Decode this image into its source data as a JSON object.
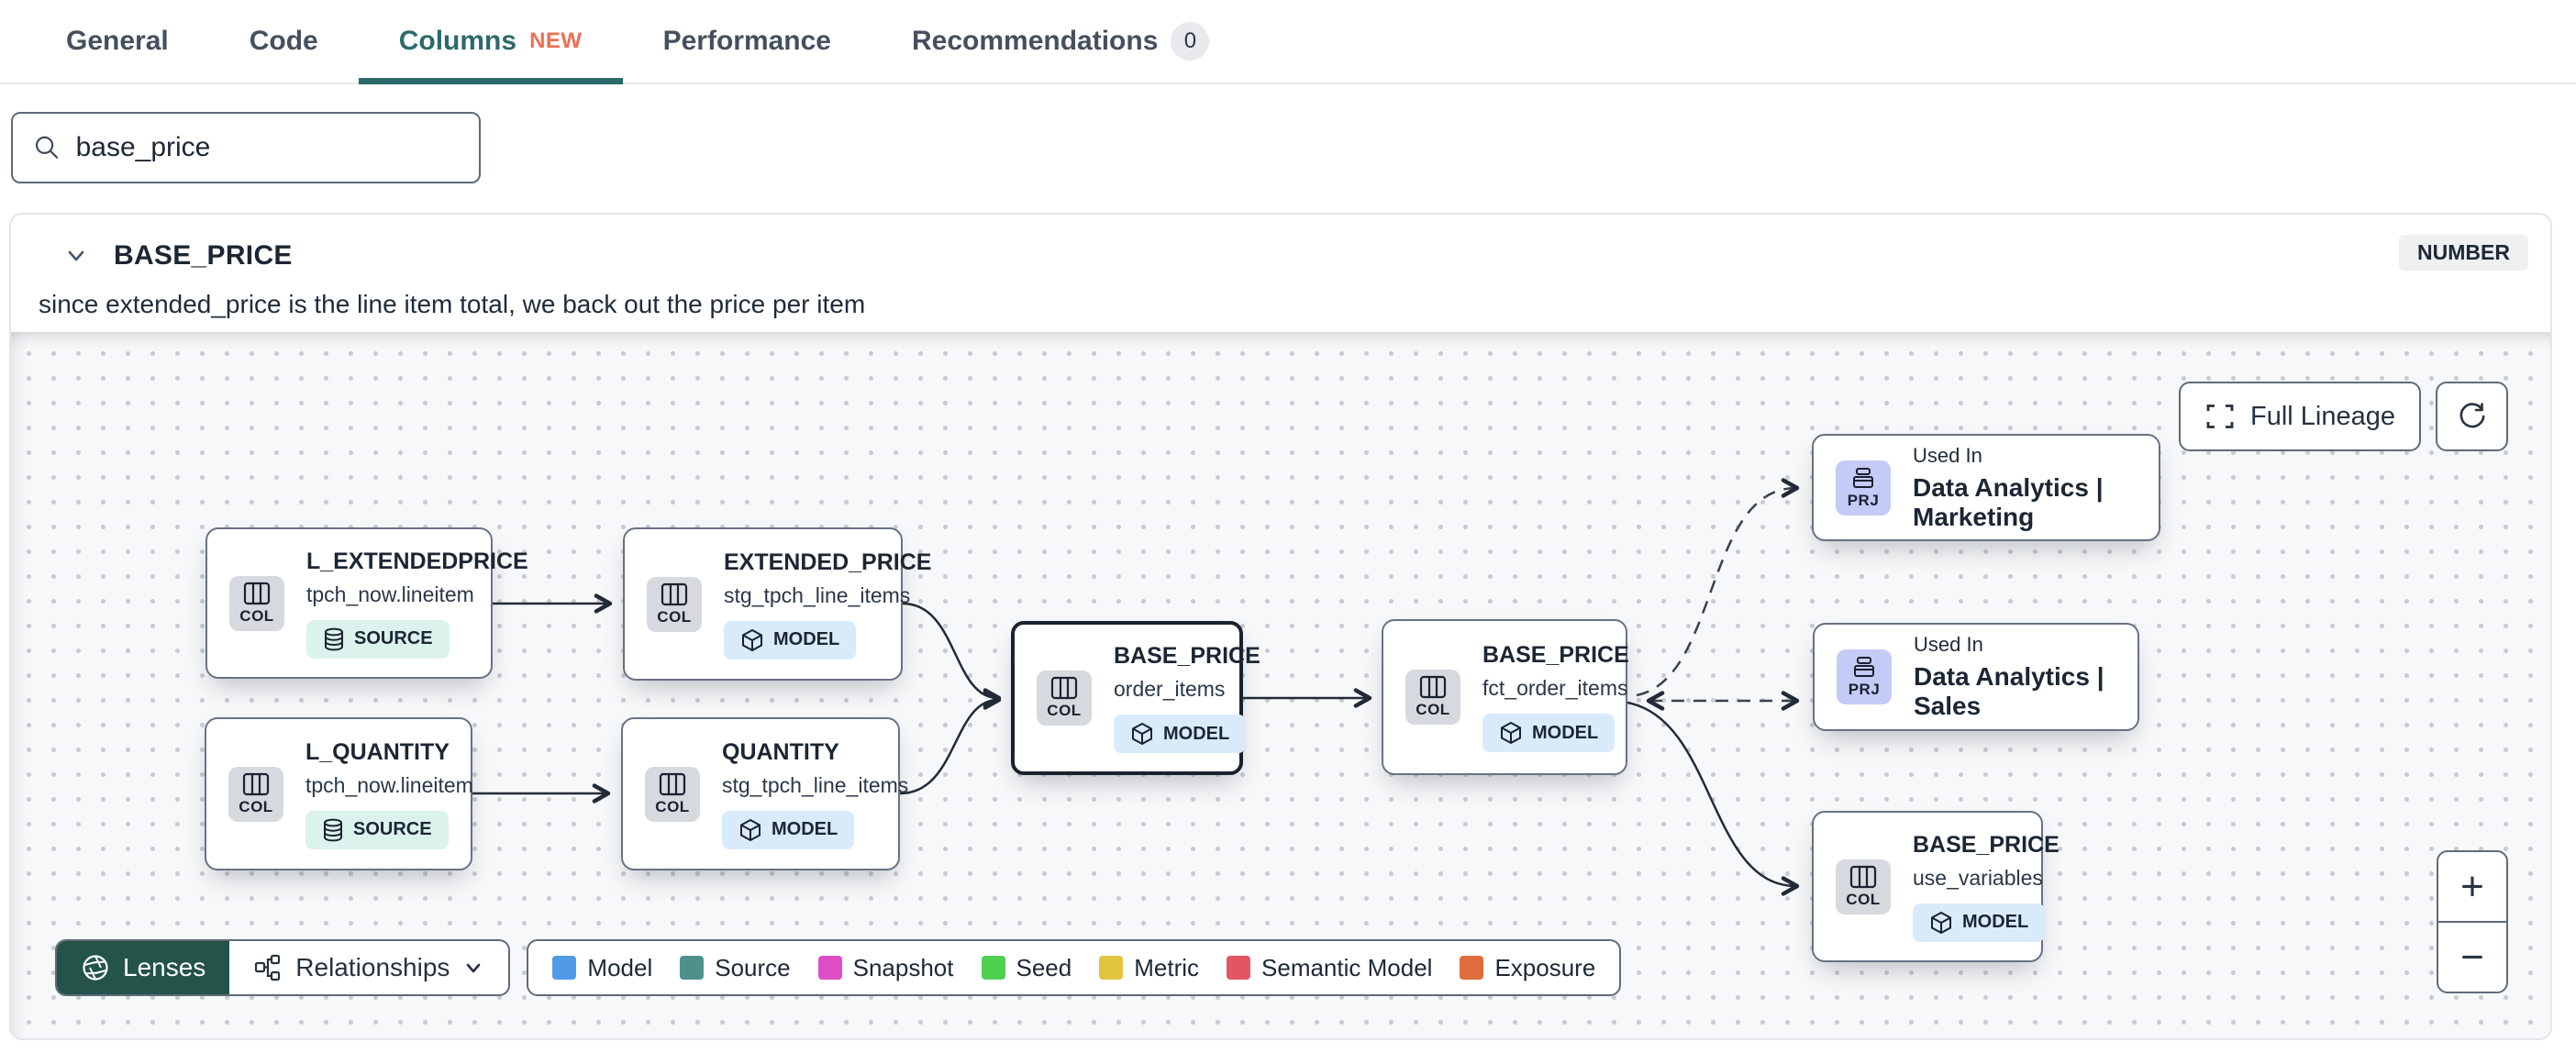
{
  "tabs": {
    "items": [
      {
        "label": "General"
      },
      {
        "label": "Code"
      },
      {
        "label": "Columns",
        "badge": "NEW"
      },
      {
        "label": "Performance"
      },
      {
        "label": "Recommendations",
        "count": "0"
      }
    ]
  },
  "search": {
    "value": "base_price"
  },
  "column_panel": {
    "title": "BASE_PRICE",
    "type_badge": "NUMBER",
    "description": "since extended_price is the line item total, we back out the price per item"
  },
  "graph": {
    "nodes": [
      {
        "chip": "COL",
        "title": "L_EXTENDEDPRICE",
        "subtitle": "tpch_now.lineitem",
        "badge": "SOURCE"
      },
      {
        "chip": "COL",
        "title": "EXTENDED_PRICE",
        "subtitle": "stg_tpch_line_items",
        "badge": "MODEL"
      },
      {
        "chip": "COL",
        "title": "L_QUANTITY",
        "subtitle": "tpch_now.lineitem",
        "badge": "SOURCE"
      },
      {
        "chip": "COL",
        "title": "QUANTITY",
        "subtitle": "stg_tpch_line_items",
        "badge": "MODEL"
      },
      {
        "chip": "COL",
        "title": "BASE_PRICE",
        "subtitle": "order_items",
        "badge": "MODEL",
        "selected": true
      },
      {
        "chip": "COL",
        "title": "BASE_PRICE",
        "subtitle": "fct_order_items",
        "badge": "MODEL"
      },
      {
        "chip": "PRJ",
        "label": "Used In",
        "title": "Data Analytics | Marketing"
      },
      {
        "chip": "PRJ",
        "label": "Used In",
        "title": "Data Analytics | Sales"
      },
      {
        "chip": "COL",
        "title": "BASE_PRICE",
        "subtitle": "use_variables",
        "badge": "MODEL"
      }
    ],
    "edges": [
      {
        "from": "L_EXTENDEDPRICE",
        "to": "EXTENDED_PRICE",
        "style": "solid"
      },
      {
        "from": "L_QUANTITY",
        "to": "QUANTITY",
        "style": "solid"
      },
      {
        "from": "EXTENDED_PRICE",
        "to": "BASE_PRICE (order_items)",
        "style": "solid"
      },
      {
        "from": "QUANTITY",
        "to": "BASE_PRICE (order_items)",
        "style": "solid"
      },
      {
        "from": "BASE_PRICE (order_items)",
        "to": "BASE_PRICE (fct_order_items)",
        "style": "solid"
      },
      {
        "from": "BASE_PRICE (fct_order_items)",
        "to": "Data Analytics | Marketing",
        "style": "dashed"
      },
      {
        "from": "BASE_PRICE (fct_order_items)",
        "to": "Data Analytics | Sales",
        "style": "dashed"
      },
      {
        "from": "BASE_PRICE (fct_order_items)",
        "to": "BASE_PRICE (use_variables)",
        "style": "solid"
      }
    ],
    "controls": {
      "full_lineage": "Full Lineage",
      "zoom_in": "+",
      "zoom_out": "−"
    }
  },
  "footer": {
    "lenses": "Lenses",
    "relationships": "Relationships",
    "legend": [
      {
        "label": "Model",
        "color": "#4f9be8"
      },
      {
        "label": "Source",
        "color": "#4f918a"
      },
      {
        "label": "Snapshot",
        "color": "#dd4ec4"
      },
      {
        "label": "Seed",
        "color": "#50d050"
      },
      {
        "label": "Metric",
        "color": "#e2c43f"
      },
      {
        "label": "Semantic Model",
        "color": "#e25563"
      },
      {
        "label": "Exposure",
        "color": "#e06e3c"
      }
    ]
  }
}
